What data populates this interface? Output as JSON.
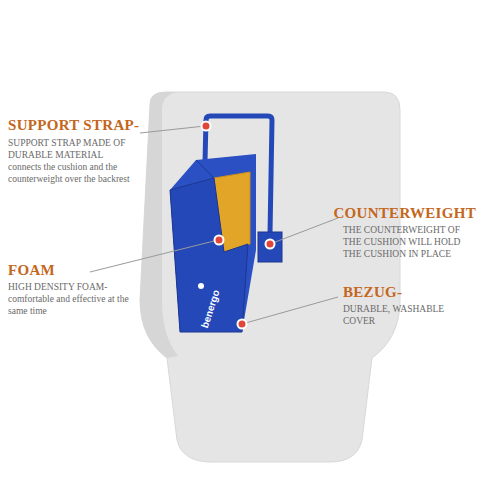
{
  "diagram": {
    "labels": [
      "SUPPORT STRAP-",
      "SUPPORT STRAP MADE OF DURABLE MATERIAL connects the cushion and the counterweight over the backrest",
      "FOAM",
      "HIGH DENSITY FOAM- comfortable and effective at the same time",
      "COUNTERWEIGHT",
      "THE COUNTERWEIGHT OF THE CUSHION WILL HOLD THE CUSHION IN PLACE",
      "BEZUG-",
      "DURABLE, WASHABLE COVER",
      "benergo"
    ]
  }
}
